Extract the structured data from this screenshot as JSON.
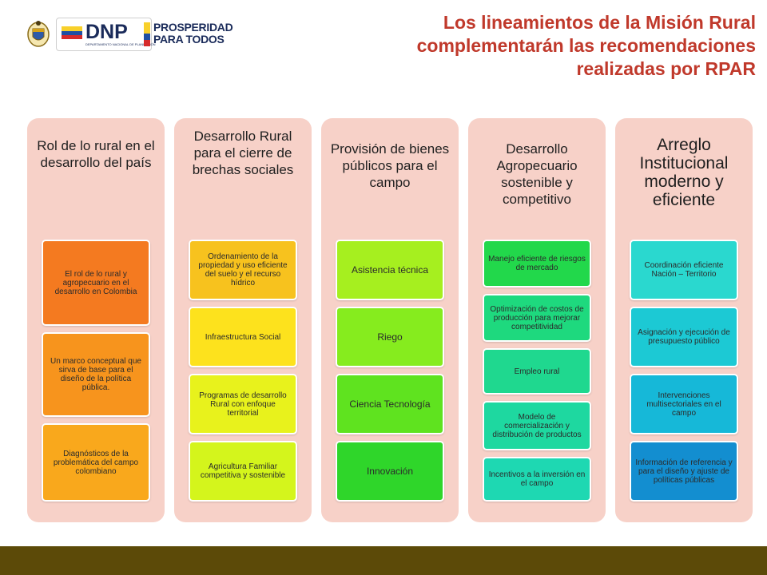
{
  "header": {
    "logos": {
      "dnp_text": "DNP",
      "dnp_subtext": "DEPARTAMENTO NACIONAL DE PLANEACIÓN",
      "prosperidad_line1": "PROSPERIDAD",
      "prosperidad_line2": "PARA TODOS"
    },
    "title_line1": "Los lineamientos de la Misión Rural",
    "title_line2": "complementarán las recomendaciones",
    "title_line3": "realizadas por RPAR"
  },
  "columns": [
    {
      "title": "Rol de lo rural en el desarrollo del país",
      "cards": [
        "El rol de lo rural y agropecuario en el desarrollo en Colombia",
        "Un marco conceptual que sirva de base para el diseño de la política pública.",
        "Diagnósticos de la problemática del campo colombiano"
      ]
    },
    {
      "title": "Desarrollo Rural para el cierre de brechas sociales",
      "cards": [
        "Ordenamiento de la propiedad y uso eficiente del suelo y el recurso hídrico",
        "Infraestructura Social",
        "Programas de desarrollo Rural con enfoque territorial",
        "Agricultura Familiar competitiva y sostenible"
      ]
    },
    {
      "title": "Provisión de bienes públicos para el campo",
      "cards": [
        "Asistencia técnica",
        "Riego",
        "Ciencia Tecnología",
        "Innovación"
      ]
    },
    {
      "title": "Desarrollo Agropecuario sostenible y competitivo",
      "cards": [
        "Manejo eficiente de riesgos de mercado",
        "Optimización de costos de producción para mejorar competitividad",
        "Empleo rural",
        "Modelo de comercialización y distribución de productos",
        "Incentivos a la inversión en el campo"
      ]
    },
    {
      "title": "Arreglo Institucional moderno y eficiente",
      "cards": [
        "Coordinación eficiente Nación – Territorio",
        "Asignación y ejecución de presupuesto público",
        "Intervenciones multisectoriales en el campo",
        "Información de referencia y para el diseño y ajuste de políticas públicas"
      ]
    }
  ],
  "colors": {
    "title_red": "#c0392b",
    "column_bg": "#f7d1c8",
    "footer_bar": "#5c4a08",
    "col1_cards": [
      "#f47a20",
      "#f7941d",
      "#f9a81c"
    ],
    "col2_cards": [
      "#f7c21e",
      "#fde21d",
      "#e8f21c",
      "#d4f51c"
    ],
    "col3_cards": [
      "#a6ef1f",
      "#86ec1e",
      "#5fe31f",
      "#2fd62a"
    ],
    "col4_cards": [
      "#22d84b",
      "#1ed97e",
      "#1fd88f",
      "#1ed8a0",
      "#1ed8b2"
    ],
    "col5_cards": [
      "#2ad8cf",
      "#1cc9d4",
      "#16b8d8",
      "#138ed0"
    ]
  }
}
